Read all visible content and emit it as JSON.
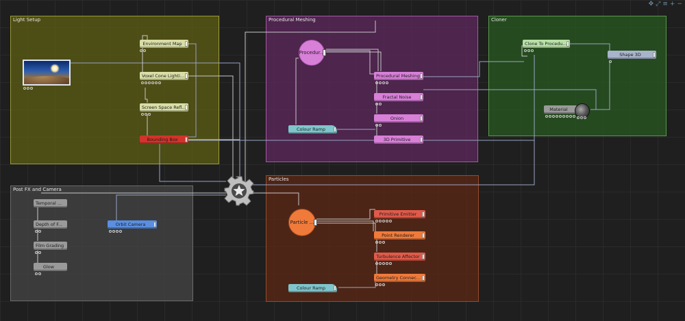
{
  "toolbar": {
    "icons": [
      "move-icon",
      "fit-icon",
      "menu-icon",
      "add-icon",
      "minus-icon"
    ],
    "glyphs": [
      "✥",
      "⤢",
      "≡",
      "+",
      "−"
    ]
  },
  "groups": {
    "light_setup": "Light  Setup",
    "procedural_meshing": "Procedural  Meshing",
    "cloner": "Cloner",
    "post_fx": "Post  FX  and  Camera",
    "particles": "Particles"
  },
  "nodes": {
    "environment_map": "Environment  Map",
    "voxel_cone": "Voxel  Cone  Lighti...",
    "screen_space": "Screen  Space  Refl...",
    "bounding_box": "Bounding  Box",
    "procedural_circle": "Procedur...",
    "procedural_meshing": "Procedural  Meshing",
    "fractal_noise": "Fractal  Noise",
    "onion": "Onion",
    "primitive_3d": "3D  Primitive",
    "colour_ramp_1": "Colour  Ramp",
    "clone_to_procedural": "Clone  To  Procedu...",
    "shape_3d": "Shape  3D",
    "material": "Material",
    "temporal": "Temporal  ...",
    "depth_of_field": "Depth  of  F...",
    "film_grading": "Film  Grading",
    "glow": "Glow",
    "orbit_camera": "Orbit  Camera",
    "particle_circle": "Particle  ...",
    "primitive_emitter": "Primitive  Emitter",
    "point_renderer": "Point  Renderer",
    "turbulence_affector": "Turbulence  Affector",
    "geometry_connect": "Geometry  Connec...",
    "colour_ramp_2": "Colour  Ramp"
  },
  "colors": {
    "light_setup_fill": "#4a4a14",
    "light_setup_border": "#8a8a2a",
    "procedural_fill": "#4a1f4a",
    "procedural_border": "#9a4a9a",
    "cloner_fill": "#274a1f",
    "cloner_border": "#4c8a3a",
    "postfx_fill": "#333333",
    "postfx_border": "#5a5a5a",
    "particles_fill": "#4a2414",
    "particles_border": "#8a3a22",
    "yellow_node": "#d8dca0",
    "red_node": "#d0342a",
    "purple_node": "#d87fd8",
    "teal_node": "#7ec6cc",
    "green_node": "#b8e0a8",
    "blue_grey_node": "#a8b4cc",
    "grey_node": "#9a9a9a",
    "orbit_node": "#5a8ee0",
    "orange_node": "#f07a3a",
    "red_orange_node": "#e05a4a"
  }
}
